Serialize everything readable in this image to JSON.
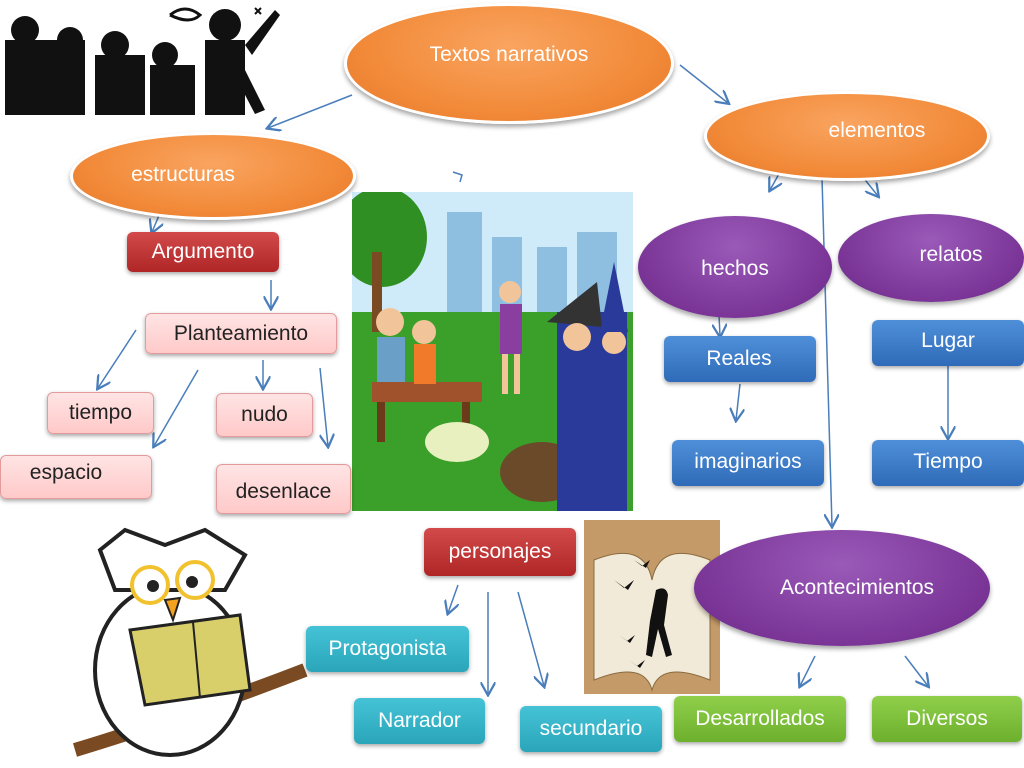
{
  "nodes": {
    "textos_narrativos": "Textos narrativos",
    "elementos": "elementos",
    "estructuras": "estructuras",
    "argumento": "Argumento",
    "planteamiento": "Planteamiento",
    "tiempo": "tiempo",
    "nudo": "nudo",
    "espacio": "espacio",
    "desenlace": "desenlace",
    "hechos": "hechos",
    "relatos": "relatos",
    "reales": "Reales",
    "imaginarios": "imaginarios",
    "lugar": "Lugar",
    "tiempo_relato": "Tiempo",
    "personajes": "personajes",
    "protagonista": "Protagonista",
    "narrador": "Narrador",
    "secundario": "secundario",
    "acontecimientos": "Acontecimientos",
    "desarrollados": "Desarrollados",
    "diversos": "Diversos"
  },
  "colors": {
    "orange": "#f28b3a",
    "purple": "#7a3597",
    "red": "#b02626",
    "pink": "#ffd6d6",
    "blue": "#2f6bb8",
    "teal": "#2aa5ba",
    "green": "#6db02d",
    "arrow": "#4a7ebb"
  },
  "images": [
    "crowd-silhouette",
    "park-storybook-scene",
    "open-book-silhouettes",
    "owl-reading-book"
  ]
}
